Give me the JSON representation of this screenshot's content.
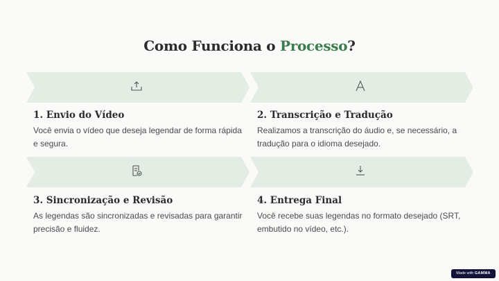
{
  "title": {
    "prefix": "Como Funciona o ",
    "accent": "Processo",
    "suffix": "?"
  },
  "steps": [
    {
      "icon": "upload-icon",
      "title": "1. Envio do Vídeo",
      "description": "Você envia o vídeo que deseja legendar de forma rápida e segura."
    },
    {
      "icon": "text-icon",
      "title": "2. Transcrição e Tradução",
      "description": "Realizamos a transcrição do áudio e, se necessário, a tradução para o idioma desejado."
    },
    {
      "icon": "document-check-icon",
      "title": "3. Sincronização e Revisão",
      "description": "As legendas são sincronizadas e revisadas para garantir precisão e fluidez."
    },
    {
      "icon": "download-icon",
      "title": "4. Entrega Final",
      "description": "Você recebe suas legendas no formato desejado (SRT, embutido no vídeo, etc.)."
    }
  ],
  "badge": {
    "made_with": "Made with",
    "brand": "GAMMA"
  },
  "colors": {
    "accent": "#3b7d4a",
    "chevron": "#e3ede3",
    "text": "#2b2b2b"
  }
}
